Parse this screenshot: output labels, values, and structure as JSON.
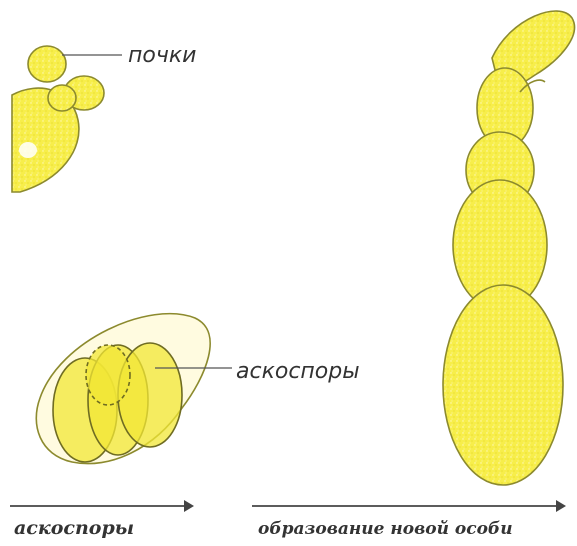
{
  "labels": {
    "buds": "почки",
    "ascospores": "аскоспоры",
    "arrow_left": "аскоспоры",
    "arrow_right": "образование новой особи"
  },
  "colors": {
    "cell_fill": "#f7ee4a",
    "outline": "#8c8a2e",
    "text": "#333333"
  }
}
